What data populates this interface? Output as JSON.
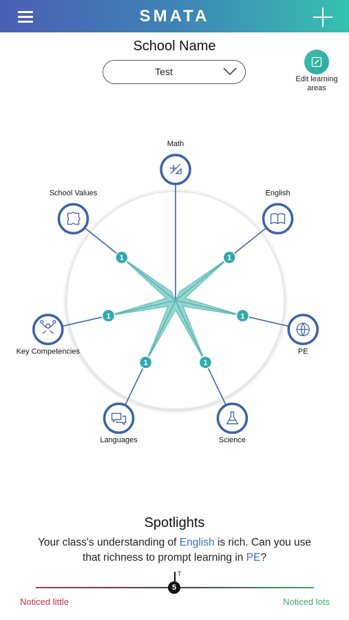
{
  "header": {
    "title": "SMATA",
    "gradient": [
      "#4a5fb4",
      "#36c1b0"
    ],
    "menu_icon": "hamburger-menu-icon",
    "add_icon": "plus-icon"
  },
  "school": {
    "name": "School Name",
    "selected_class": "Test",
    "select_icon": "chevron-down-icon"
  },
  "edit_areas": {
    "label": "Edit learning\nareas",
    "icon": "pencil-icon"
  },
  "radar": {
    "scale_max": 5,
    "fill_color": "#6cc9bd",
    "line_color": "#3c62a8",
    "badge_color": "#2fa9ad",
    "areas": [
      {
        "label": "Math",
        "value": 0,
        "icon": "math-tools-icon"
      },
      {
        "label": "English",
        "value": 1,
        "icon": "open-book-icon"
      },
      {
        "label": "PE",
        "value": 1,
        "icon": "sports-icon"
      },
      {
        "label": "Science",
        "value": 1,
        "icon": "lab-flask-icon"
      },
      {
        "label": "Languages",
        "value": 1,
        "icon": "speech-bubbles-icon"
      },
      {
        "label": "Key Competencies",
        "value": 1,
        "icon": "network-people-icon"
      },
      {
        "label": "School Values",
        "value": 1,
        "icon": "puzzle-icon"
      }
    ]
  },
  "spotlights": {
    "title": "Spotlights",
    "text_before": "Your class's understanding of ",
    "highlight_1": "English",
    "text_middle": " is rich. Can you use that richness to prompt learning in ",
    "highlight_2": "PE",
    "text_after": "?",
    "highlight_color": "#3d6fc1"
  },
  "noticed_scale": {
    "marker_label": "T",
    "value": "5",
    "left_label": "Noticed little",
    "right_label": "Noticed lots",
    "left_color": "#c03448",
    "right_color": "#3fa968"
  }
}
